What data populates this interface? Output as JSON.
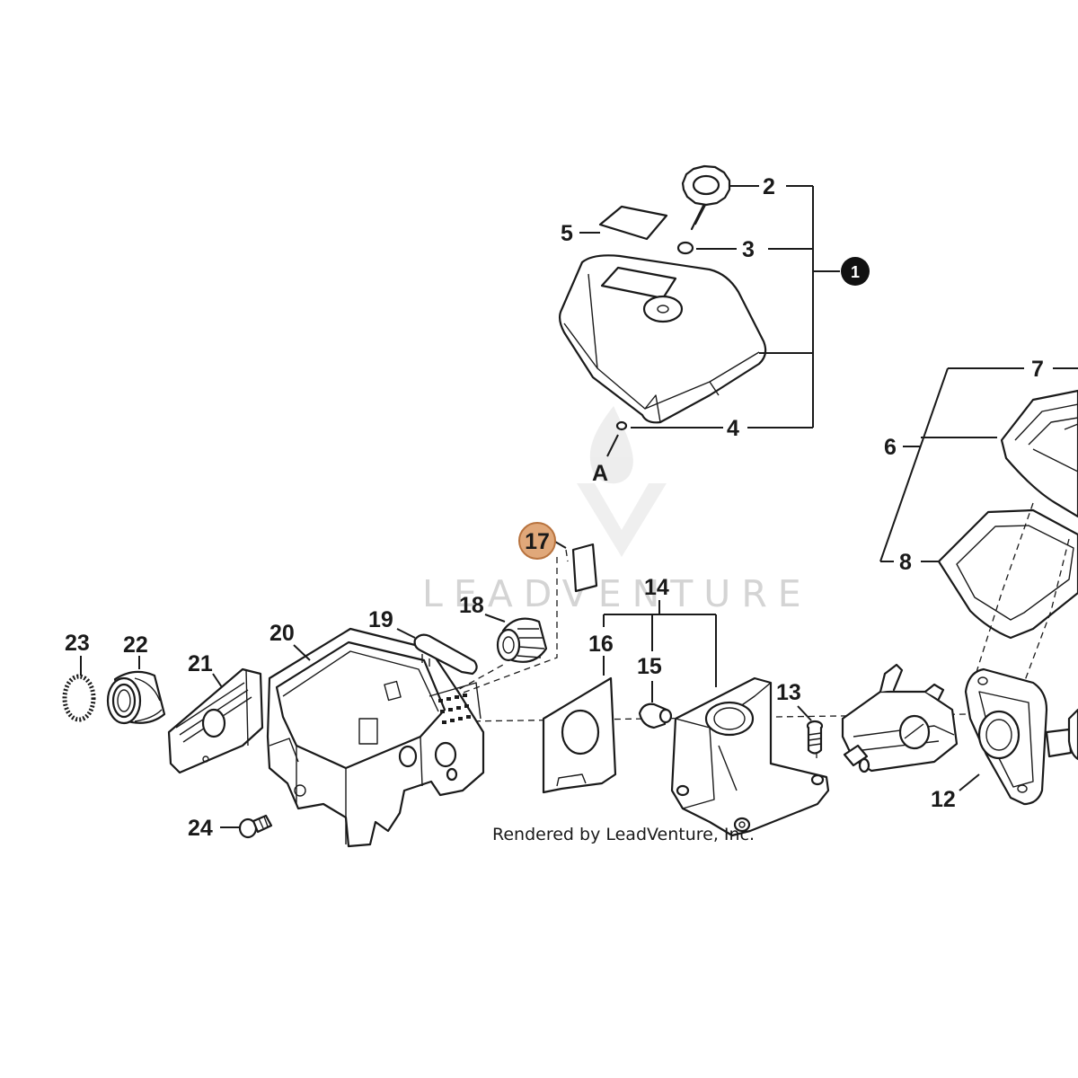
{
  "diagram": {
    "watermark": "LEADVENTURE",
    "credit": "Rendered by LeadVenture, Inc.",
    "view_marker": "A",
    "assembly_callout": "1",
    "highlighted_part": "17",
    "highlight_color": "#e0a87a",
    "callouts": {
      "p2": "2",
      "p3": "3",
      "p4": "4",
      "p5": "5",
      "p6": "6",
      "p7": "7",
      "p8": "8",
      "p12": "12",
      "p13": "13",
      "p14": "14",
      "p15": "15",
      "p16": "16",
      "p18": "18",
      "p19": "19",
      "p20": "20",
      "p21": "21",
      "p22": "22",
      "p23": "23",
      "p24": "24"
    }
  }
}
